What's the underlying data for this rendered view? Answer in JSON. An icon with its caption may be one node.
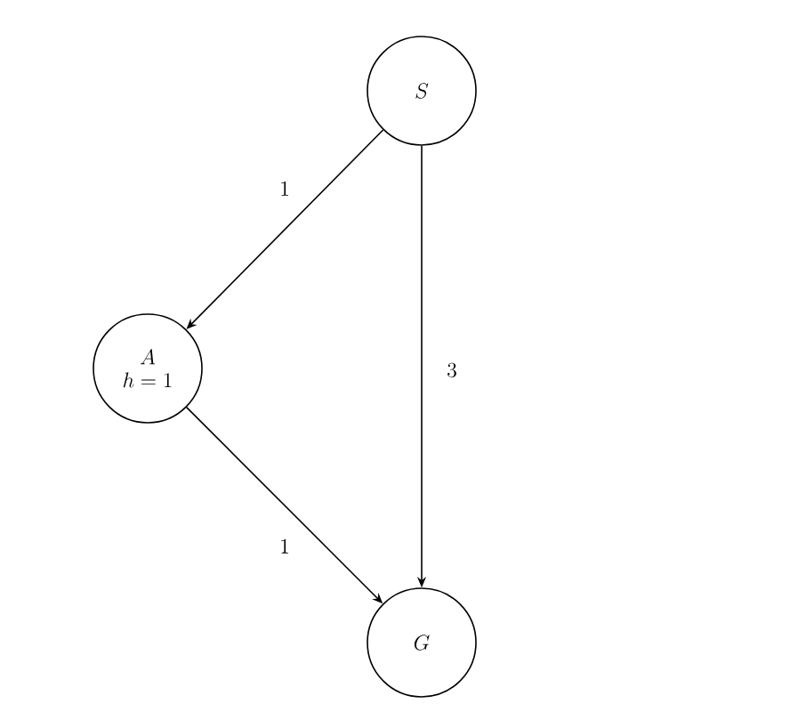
{
  "diagram": {
    "nodes": [
      {
        "text": [
          "S"
        ]
      },
      {
        "text": [
          "A",
          "h = 1"
        ]
      },
      {
        "text": [
          "G"
        ]
      }
    ],
    "edges": [
      {
        "from": 0,
        "to": 1,
        "arrow": "to",
        "label": "1"
      },
      {
        "from": 0,
        "to": 2,
        "arrow": "to",
        "label": "3"
      },
      {
        "from": 1,
        "to": 2,
        "arrow": "to",
        "label": "1"
      }
    ]
  }
}
